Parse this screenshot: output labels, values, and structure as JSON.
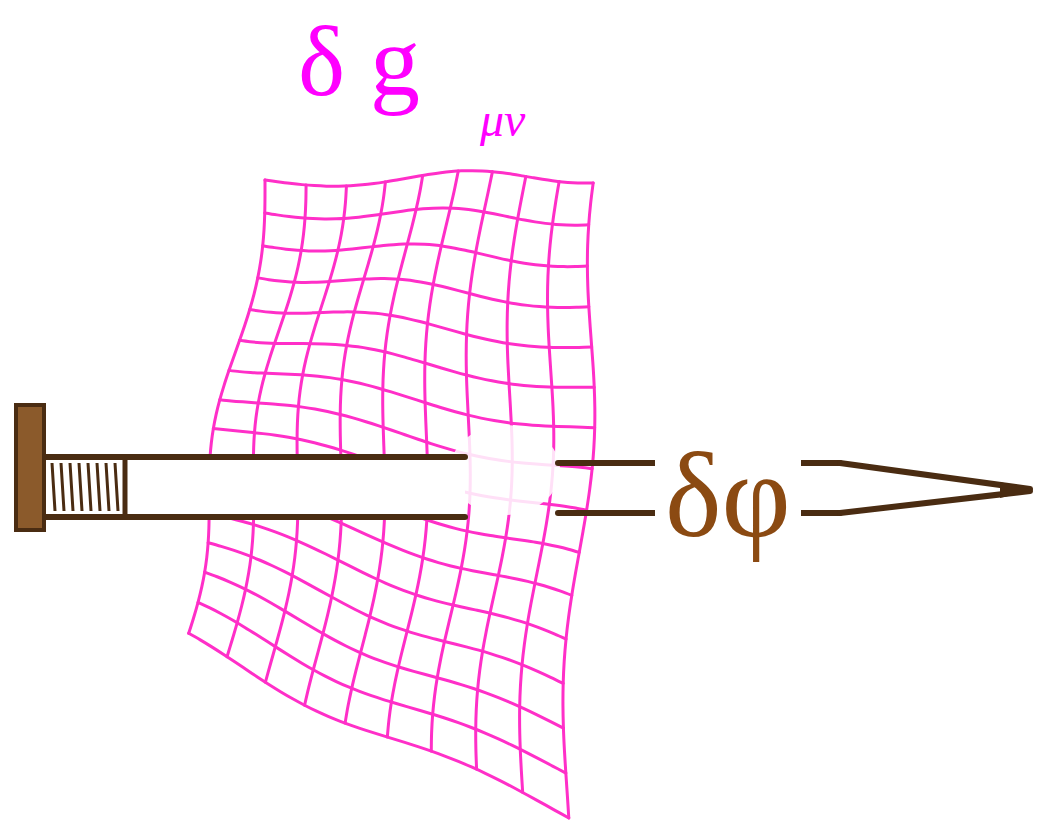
{
  "diagram": {
    "labels": [
      "δ g",
      "μν",
      "δφ"
    ]
  }
}
